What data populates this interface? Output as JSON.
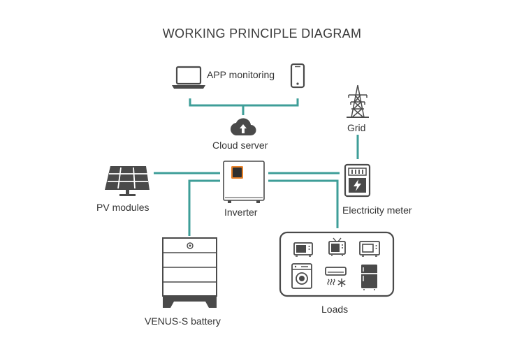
{
  "title": "WORKING PRINCIPLE DIAGRAM",
  "labels": {
    "app_monitoring": "APP monitoring",
    "cloud_server": "Cloud server",
    "grid": "Grid",
    "pv_modules": "PV modules",
    "inverter": "Inverter",
    "electricity_meter": "Electricity meter",
    "battery": "VENUS-S battery",
    "loads": "Loads"
  },
  "icons": [
    "laptop-icon",
    "smartphone-icon",
    "cloud-upload-icon",
    "transmission-tower-icon",
    "solar-panel-icon",
    "inverter-icon",
    "electricity-meter-icon",
    "battery-stack-icon",
    "microwave-icon",
    "tv-icon",
    "oven-icon",
    "washing-machine-icon",
    "air-conditioner-icon",
    "refrigerator-icon"
  ],
  "colors": {
    "connector": "#3e9e98",
    "icon": "#4a4a4a",
    "text": "#333333",
    "inverter_accent": "#e8822a"
  }
}
